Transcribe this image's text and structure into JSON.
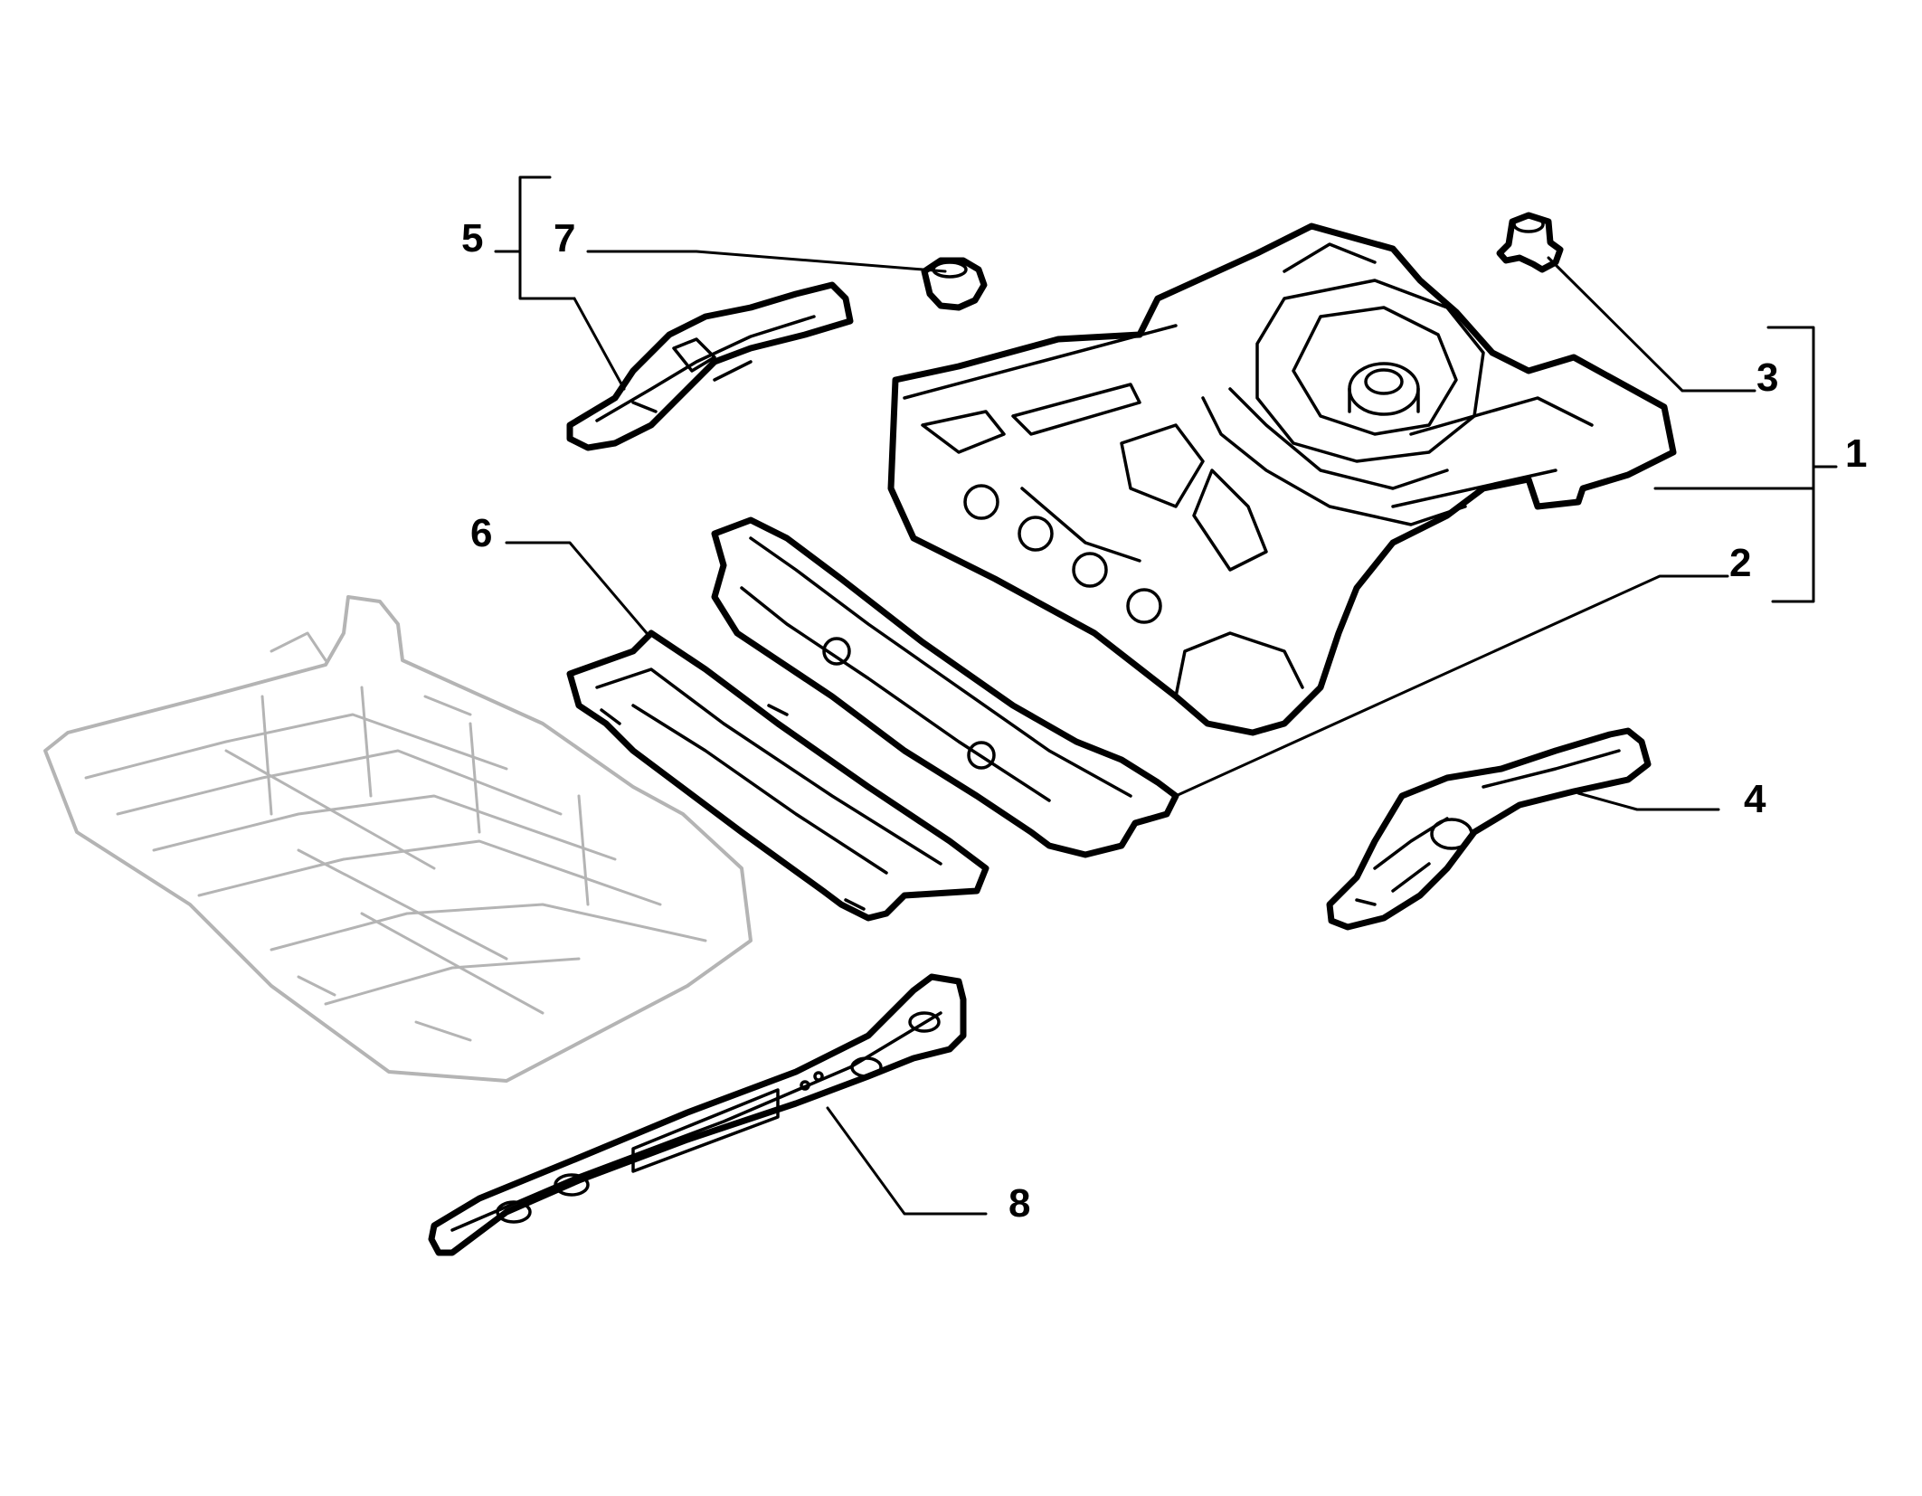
{
  "callouts": {
    "c1": "1",
    "c2": "2",
    "c3": "3",
    "c4": "4",
    "c5": "5",
    "c6": "6",
    "c7": "7",
    "c8": "8"
  },
  "colors": {
    "ink": "#000000",
    "ghost": "#b4b4b4",
    "background": "#ffffff"
  }
}
